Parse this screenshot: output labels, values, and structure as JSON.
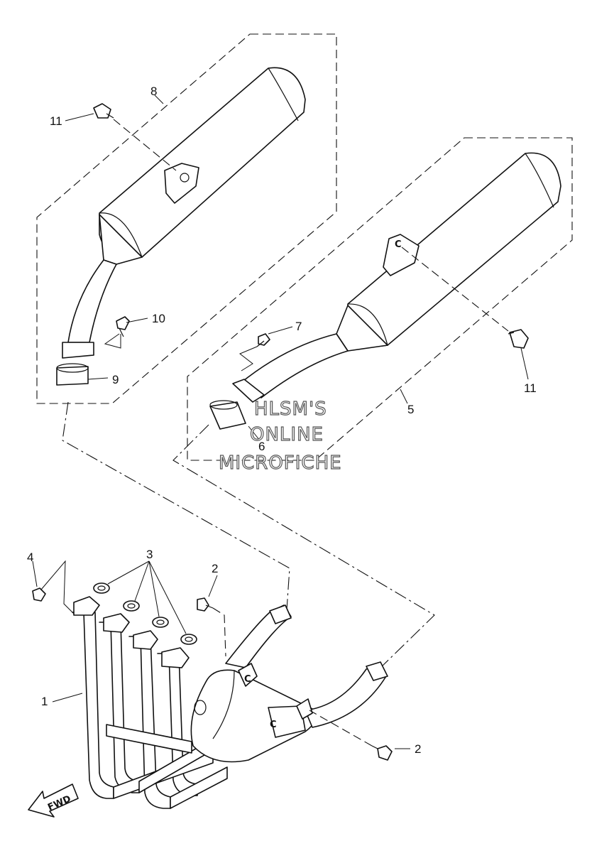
{
  "callouts": {
    "c1": "1",
    "c2a": "2",
    "c2b": "2",
    "c3": "3",
    "c4": "4",
    "c5": "5",
    "c6": "6",
    "c7": "7",
    "c8": "8",
    "c9": "9",
    "c10": "10",
    "c11a": "11",
    "c11b": "11"
  },
  "watermark": {
    "line1": "HLSM'S",
    "line2": "ONLINE",
    "line3": "MICROFICHE"
  },
  "direction_arrow": {
    "label": "FWD"
  },
  "bracket_marks": {
    "left_bracket": "C",
    "header_flange": "C",
    "header_pipe": "C"
  }
}
